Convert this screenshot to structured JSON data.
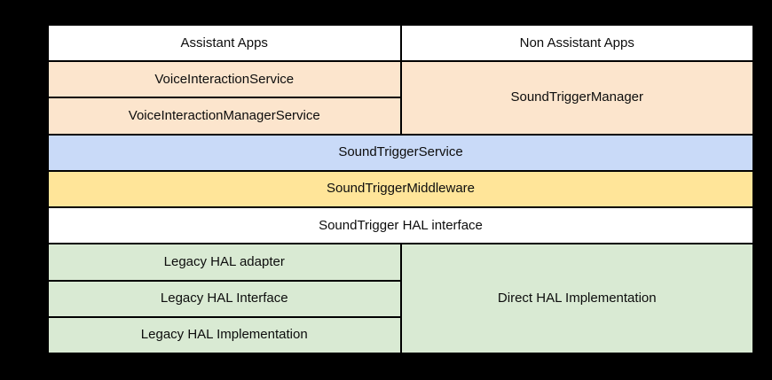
{
  "canvas": {
    "background_color": "#000000",
    "border_color": "#000000"
  },
  "colors": {
    "white": "#ffffff",
    "peach": "#fce5cd",
    "blue": "#c9daf8",
    "yellow": "#ffe599",
    "green": "#d9ead3",
    "text": "#0d0d0d"
  },
  "diagram": {
    "cells": {
      "assistant_apps": {
        "label": "Assistant Apps",
        "color": "#ffffff"
      },
      "non_assistant_apps": {
        "label": "Non Assistant Apps",
        "color": "#ffffff"
      },
      "voice_interaction_service": {
        "label": "VoiceInteractionService",
        "color": "#fce5cd"
      },
      "voice_interaction_manager_service": {
        "label": "VoiceInteractionManagerService",
        "color": "#fce5cd"
      },
      "sound_trigger_manager": {
        "label": "SoundTriggerManager",
        "color": "#fce5cd"
      },
      "sound_trigger_service": {
        "label": "SoundTriggerService",
        "color": "#c9daf8"
      },
      "sound_trigger_middleware": {
        "label": "SoundTriggerMiddleware",
        "color": "#ffe599"
      },
      "sound_trigger_hal_interface": {
        "label": "SoundTrigger HAL interface",
        "color": "#ffffff"
      },
      "legacy_hal_adapter": {
        "label": "Legacy HAL adapter",
        "color": "#d9ead3"
      },
      "legacy_hal_interface": {
        "label": "Legacy HAL Interface",
        "color": "#d9ead3"
      },
      "legacy_hal_implementation": {
        "label": "Legacy HAL Implementation",
        "color": "#d9ead3"
      },
      "direct_hal_implementation": {
        "label": "Direct HAL Implementation",
        "color": "#d9ead3"
      }
    }
  }
}
